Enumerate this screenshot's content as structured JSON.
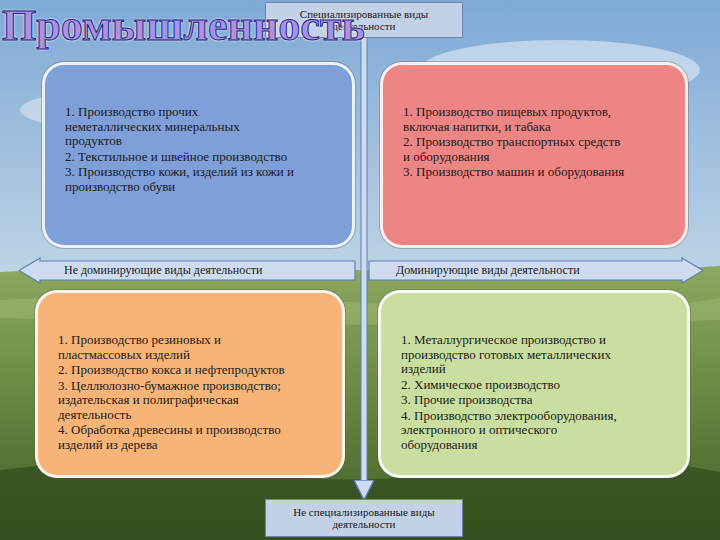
{
  "diagram": {
    "title": "Промышленность",
    "nodes": [
      {
        "text": [
          "Специализированные виды деятельности"
        ]
      },
      {
        "text": [
          "1. Производство прочих неметаллических минеральных продуктов",
          "2. Текстильное и швейное производство",
          "3. Производство кожи, изделий из кожи и производство обуви"
        ]
      },
      {
        "text": [
          "1. Производство пищевых продуктов, включая напитки, и табака",
          "2. Производство транспортных средств и оборудования",
          "3. Производство машин и оборудования"
        ]
      },
      {
        "text": [
          "Не доминирующие виды деятельности"
        ]
      },
      {
        "text": [
          "Доминирующие виды деятельности"
        ]
      },
      {
        "text": [
          "1. Производство резиновых и пластмассовых изделий",
          "2. Производство кокса и нефтепродуктов",
          "3. Целлюлозно-бумажное производство; издательская и полиграфическая деятельность",
          "4. Обработка древесины и производство изделий из дерева"
        ]
      },
      {
        "text": [
          "1. Металлургическое производство и производство готовых металлических изделий",
          "2. Химическое производство",
          "3. Прочие производства",
          "4. Производство электрооборудования, электронного и оптического оборудования"
        ]
      },
      {
        "text": [
          "Не специализированные виды деятельности"
        ]
      }
    ],
    "edges": [
      {
        "from": 0,
        "to": 7,
        "arrow": "to"
      }
    ]
  }
}
